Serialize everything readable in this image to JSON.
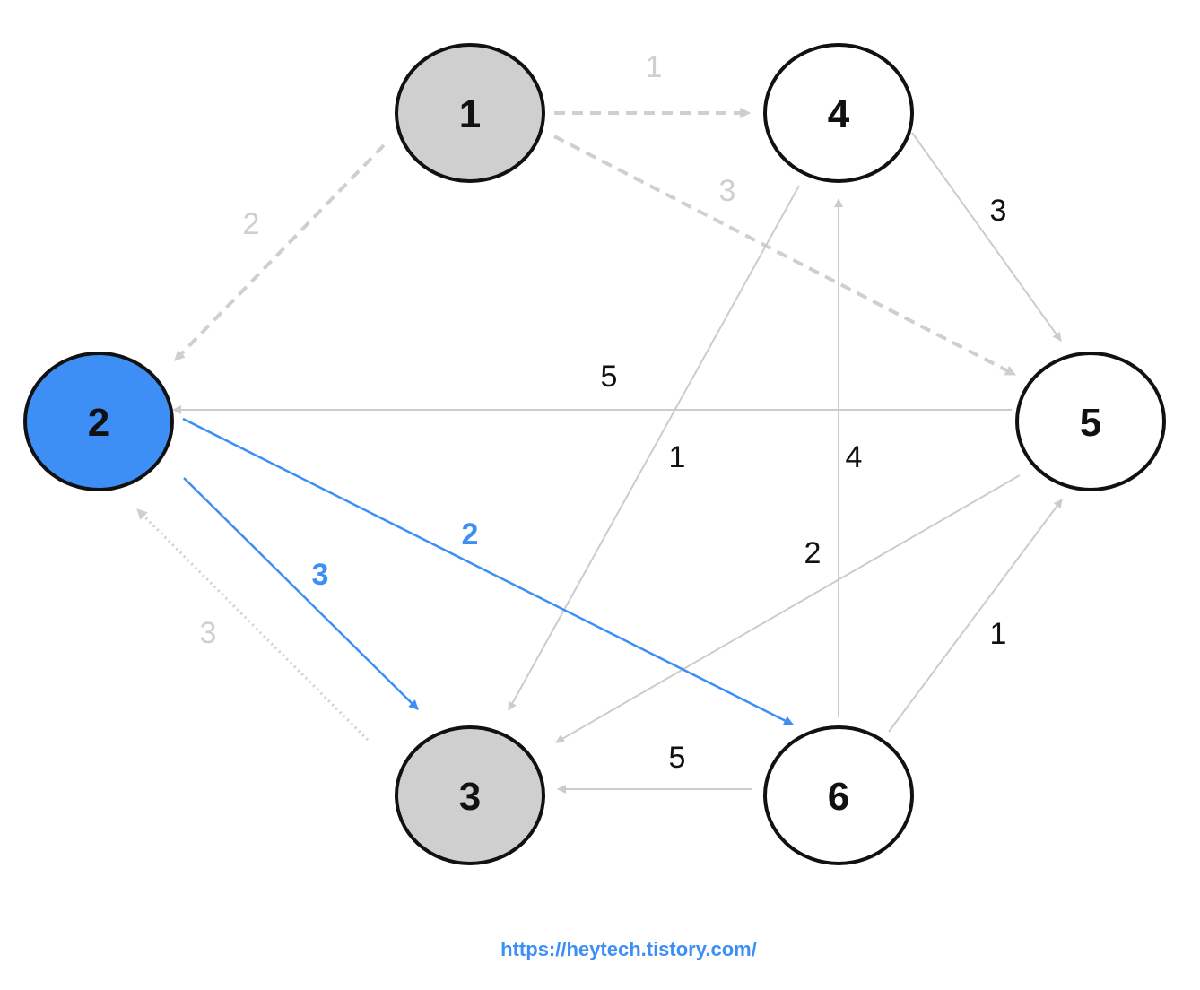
{
  "colors": {
    "highlight": "#3d8ff5",
    "visited": "#cfcfcf",
    "edge_gray": "#cccccc",
    "text_dark": "#111111",
    "text_faded": "#cfcfcf",
    "node_stroke": "#111111",
    "node_empty": "#ffffff"
  },
  "nodes": [
    {
      "id": "1",
      "label": "1",
      "state": "visited"
    },
    {
      "id": "2",
      "label": "2",
      "state": "current"
    },
    {
      "id": "3",
      "label": "3",
      "state": "visited"
    },
    {
      "id": "4",
      "label": "4",
      "state": "default"
    },
    {
      "id": "5",
      "label": "5",
      "state": "default"
    },
    {
      "id": "6",
      "label": "6",
      "state": "default"
    }
  ],
  "edges": [
    {
      "id": "e-1-4",
      "from": "1",
      "to": "4",
      "weight": "1",
      "style": "dashed-faded"
    },
    {
      "id": "e-1-2",
      "from": "1",
      "to": "2",
      "weight": "2",
      "style": "dashed-faded"
    },
    {
      "id": "e-1-5",
      "from": "1",
      "to": "5",
      "weight": "3",
      "style": "dashed-faded"
    },
    {
      "id": "e-3-2",
      "from": "3",
      "to": "2",
      "weight": "3",
      "style": "dotted-faded"
    },
    {
      "id": "e-2-3",
      "from": "2",
      "to": "3",
      "weight": "3",
      "style": "highlight"
    },
    {
      "id": "e-2-6",
      "from": "2",
      "to": "6",
      "weight": "2",
      "style": "highlight"
    },
    {
      "id": "e-4-5",
      "from": "4",
      "to": "5",
      "weight": "3",
      "style": "normal"
    },
    {
      "id": "e-5-2",
      "from": "5",
      "to": "2",
      "weight": "5",
      "style": "normal"
    },
    {
      "id": "e-4-3",
      "from": "4",
      "to": "3",
      "weight": "1",
      "style": "normal"
    },
    {
      "id": "e-6-4",
      "from": "6",
      "to": "4",
      "weight": "4",
      "style": "normal"
    },
    {
      "id": "e-5-3",
      "from": "5",
      "to": "3",
      "weight": "2",
      "style": "normal"
    },
    {
      "id": "e-6-5",
      "from": "6",
      "to": "5",
      "weight": "1",
      "style": "normal"
    },
    {
      "id": "e-6-3",
      "from": "6",
      "to": "3",
      "weight": "5",
      "style": "normal"
    }
  ],
  "credit": "https://heytech.tistory.com/"
}
